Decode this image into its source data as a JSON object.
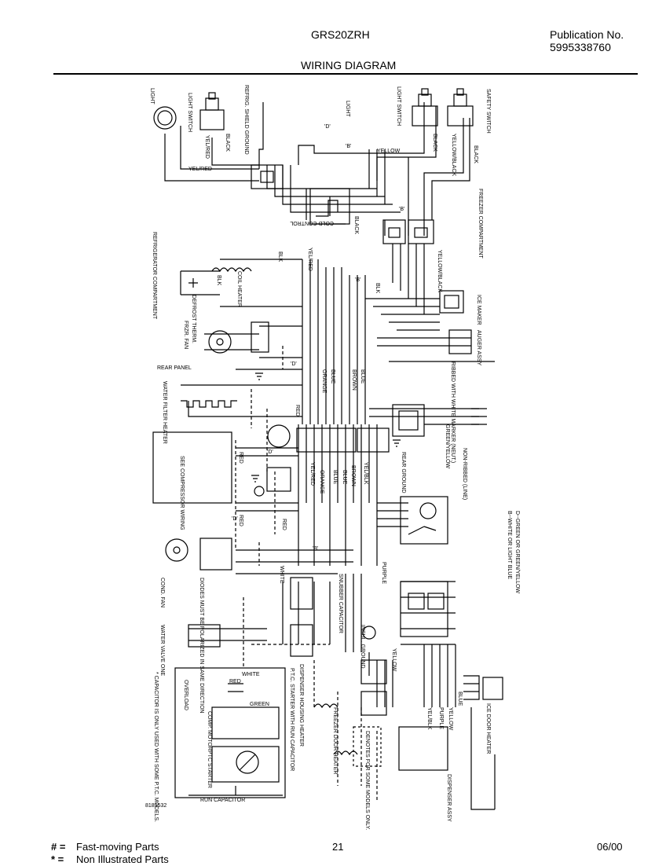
{
  "header": {
    "model": "GRS20ZRH",
    "publication_label": "Publication No.",
    "publication_number": "5995338760",
    "title": "WIRING DIAGRAM"
  },
  "diagram": {
    "components": {
      "light_left": "LIGHT",
      "light_switch_left": "LIGHT SWITCH",
      "refrig_shield_ground": "REFRIG. SHIELD GROUND",
      "light_center": "LIGHT",
      "light_switch_center": "LIGHT SWITCH",
      "safety_switch": "SAFETY SWITCH",
      "freezer_compartment": "FREEZER COMPARTMENT",
      "refrigerator_compartment": "REFRIGERATOR COMPARTMENT",
      "cold_control": "COLD CONTROL",
      "coil_heater": "COIL HEATER",
      "defrost_therm": "DEFROST THERM.",
      "frzr_fan": "FRZR. FAN",
      "ice_maker": "ICE MAKER",
      "auger_assy": "AUGER ASSY",
      "rear_panel": "REAR PANEL",
      "water_filter_heater": "WATER FILTER HEATER",
      "see_compressor_wiring": "SEE COMPRESSOR WIRING",
      "cond_fan": "COND. FAN",
      "water_valve_one": "WATER VALVE ONE",
      "rear_ground": "REAR GROUND",
      "ribbed_line": "RIBBED WITH WHITE MARKER (NEUT.)",
      "non_ribbed_line": "NON-RIBBED (LINE)",
      "snubber_capacitor": "SNUBBER CAPACITOR",
      "insul_ground": "INSUL. GROUND",
      "dispenser_assy": "DISPENSER ASSY",
      "ice_door_heater": "ICE DOOR HEATER",
      "freezer_door_heater": "FREEZER DOOR HEATER",
      "dispenser_housing_heater": "DISPENSER HOUSING HEATER",
      "denotes": "DENOTES FOR SOME MODELS ONLY.",
      "diodes_note": "DIODES MUST BE POLARIZED IN SAME DIRECTION",
      "ptc_starter_with_run_capacitor": "P.T.C. STARTER WITH RUN CAPACITOR",
      "overload": "OVERLOAD",
      "comp_motor": "COMP. MOTOR",
      "ptc_starter": "PTC STARTER",
      "run_capacitor": "RUN CAPACITOR",
      "capacitor_note": "* CAPACITOR IS ONLY USED WITH SOME P.T.C. MODELS.",
      "drawing_number": "8189532"
    },
    "wire_labels": {
      "black": "BLACK",
      "yel_red": "YEL/RED",
      "yellow": "YELLOW",
      "yellow_black": "YELLOW/BLACK",
      "blk": "BLK",
      "blue": "BLUE",
      "orange": "ORANGE",
      "brown": "BROWN",
      "red": "RED",
      "white": "WHITE",
      "green": "GREEN",
      "purple": "PURPLE",
      "green_yellow": "GREEN/YELLOW",
      "yel_blk": "YEL/BLK",
      "b": "'B'",
      "d": "'D'"
    },
    "legend": {
      "b": "B--WHITE OR LIGHT BLUE",
      "d": "D--GREEN OR GREEN/YELLOW"
    }
  },
  "footer": {
    "legend_symbol_1": "# =",
    "legend_text_1": "Fast-moving Parts",
    "legend_symbol_2": "* =",
    "legend_text_2": "Non Illustrated Parts",
    "page_number": "21",
    "date": "06/00"
  }
}
